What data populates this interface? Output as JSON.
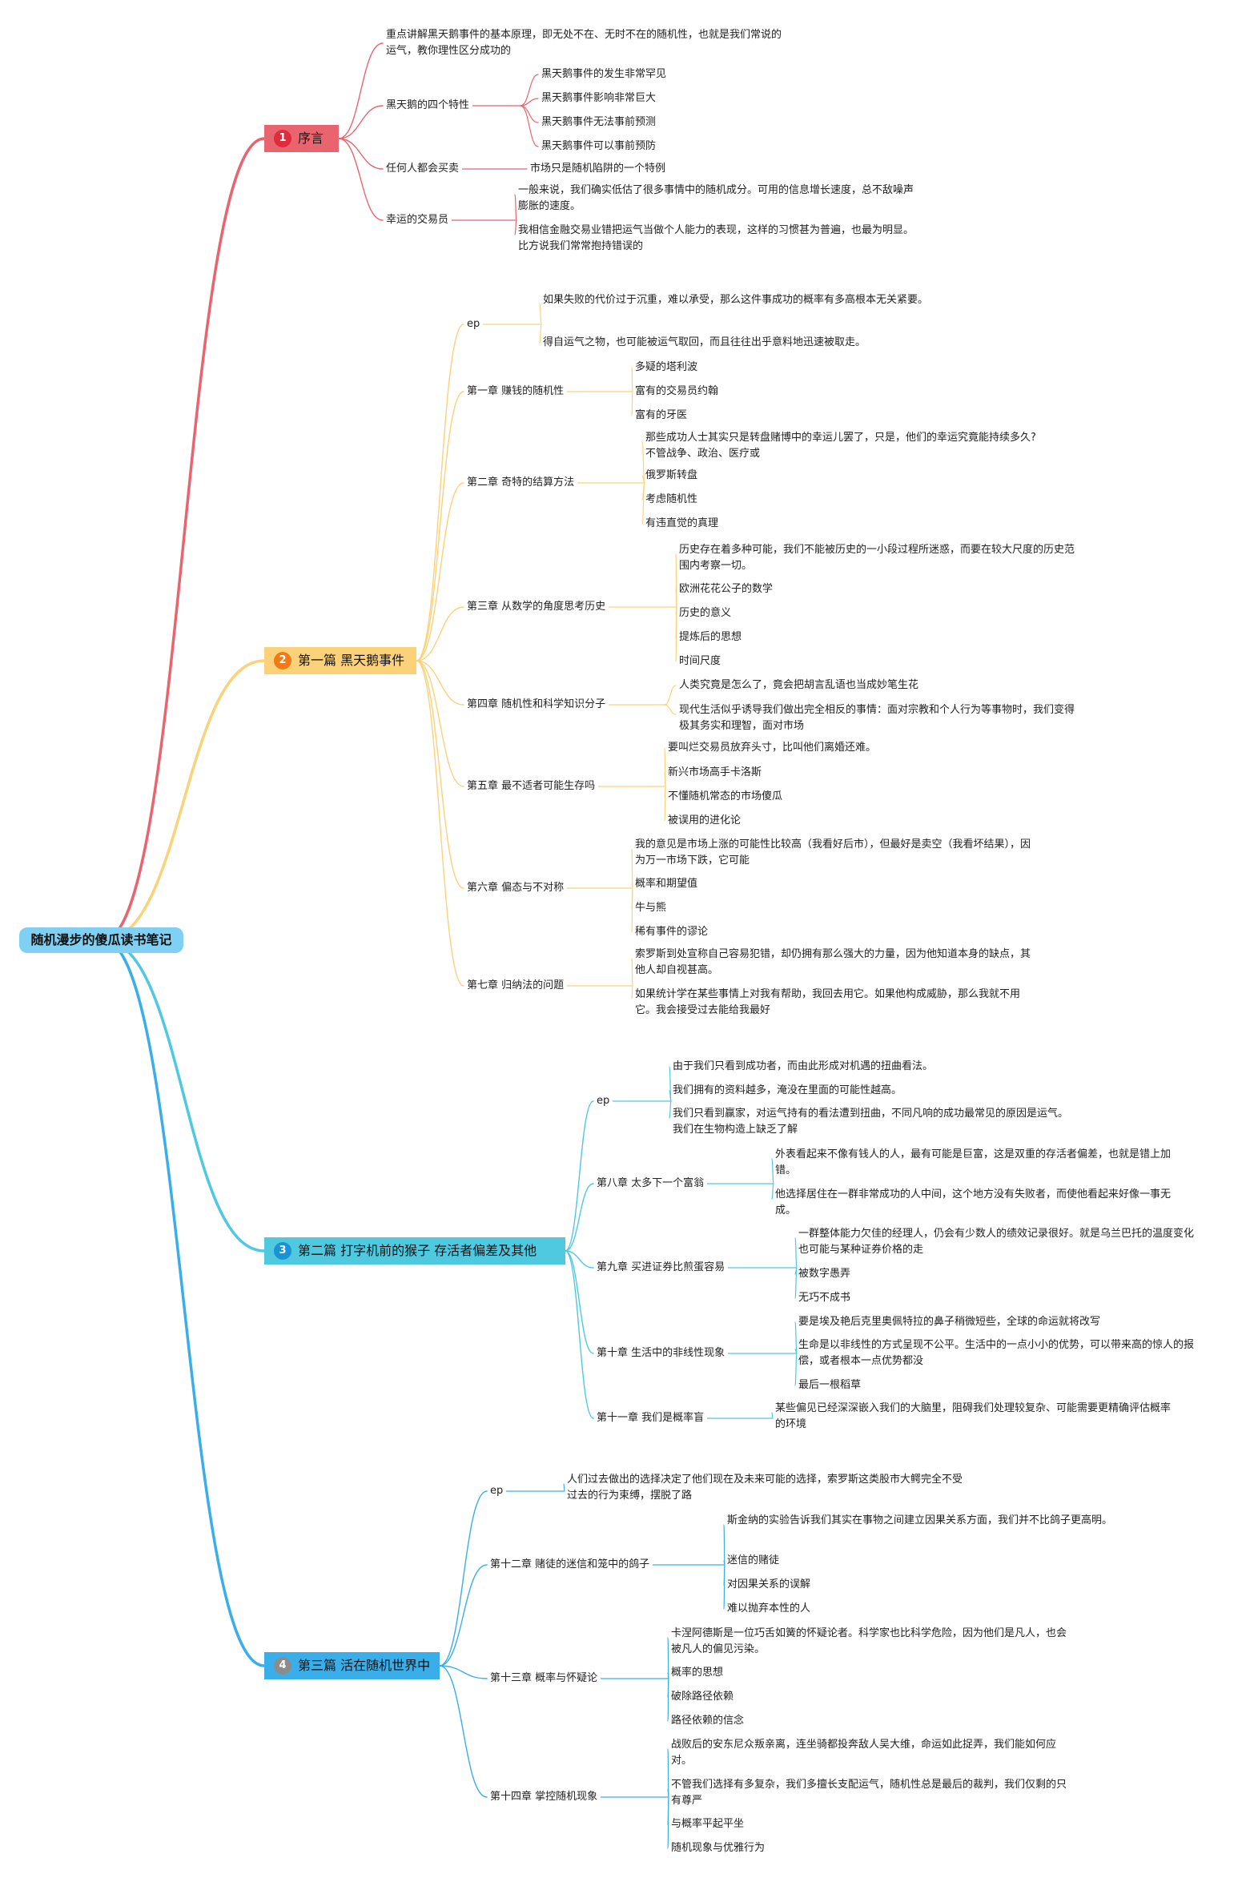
{
  "title": "随机漫步的傻瓜读书笔记",
  "colors": {
    "root": "#7fd0f2",
    "s1": "#e8656f",
    "s2": "#fbd27a",
    "s3": "#4ec9df",
    "s4": "#3aaee8",
    "badge1": "#e02b3c",
    "badge2": "#f07a16",
    "badge3": "#1a93d6",
    "badge4": "#8c8c8c"
  },
  "sections": [
    {
      "num": "1",
      "label": "序言",
      "items": [
        {
          "label": "重点讲解黑天鹅事件的基本原理，即无处不在、无时不在的随机性，也就是我们常说的运气，教你理性区分成功的",
          "children": []
        },
        {
          "label": "黑天鹅的四个特性",
          "children": [
            "黑天鹅事件的发生非常罕见",
            "黑天鹅事件影响非常巨大",
            "黑天鹅事件无法事前预测",
            "黑天鹅事件可以事前预防"
          ]
        },
        {
          "label": "任何人都会买卖",
          "children": [
            "市场只是随机陷阱的一个特例"
          ]
        },
        {
          "label": "幸运的交易员",
          "children": [
            "一般来说，我们确实低估了很多事情中的随机成分。可用的信息增长速度，总不敌噪声膨胀的速度。",
            "我相信金融交易业错把运气当做个人能力的表现，这样的习惯甚为普遍，也最为明显。比方说我们常常抱持错误的"
          ]
        }
      ]
    },
    {
      "num": "2",
      "label": "第一篇 黑天鹅事件",
      "items": [
        {
          "label": "ep",
          "children": [
            "如果失败的代价过于沉重，难以承受，那么这件事成功的概率有多高根本无关紧要。",
            "得自运气之物，也可能被运气取回，而且往往出乎意料地迅速被取走。"
          ]
        },
        {
          "label": "第一章 赚钱的随机性",
          "children": [
            "多疑的塔利波",
            "富有的交易员约翰",
            "富有的牙医"
          ]
        },
        {
          "label": "第二章 奇特的结算方法",
          "children": [
            "那些成功人士其实只是转盘赌博中的幸运儿罢了，只是，他们的幸运究竟能持续多久? 不管战争、政治、医疗或",
            "俄罗斯转盘",
            "考虑随机性",
            "有违直觉的真理"
          ]
        },
        {
          "label": "第三章 从数学的角度思考历史",
          "children": [
            "历史存在着多种可能，我们不能被历史的一小段过程所迷惑，而要在较大尺度的历史范围内考察一切。",
            "欧洲花花公子的数学",
            "历史的意义",
            "提炼后的思想",
            "时间尺度"
          ]
        },
        {
          "label": "第四章 随机性和科学知识分子",
          "children": [
            "人类究竟是怎么了，竟会把胡言乱语也当成妙笔生花",
            "现代生活似乎诱导我们做出完全相反的事情：面对宗教和个人行为等事物时，我们变得极其务实和理智，面对市场"
          ]
        },
        {
          "label": "第五章 最不适者可能生存吗",
          "children": [
            "要叫烂交易员放弃头寸，比叫他们离婚还难。",
            "新兴市场高手卡洛斯",
            "不懂随机常态的市场傻瓜",
            "被误用的进化论"
          ]
        },
        {
          "label": "第六章 偏态与不对称",
          "children": [
            "我的意见是市场上涨的可能性比较高（我看好后市），但最好是卖空（我看坏结果），因为万一市场下跌，它可能",
            "概率和期望值",
            "牛与熊",
            "稀有事件的谬论"
          ]
        },
        {
          "label": "第七章 归纳法的问题",
          "children": [
            "索罗斯到处宣称自己容易犯错，却仍拥有那么强大的力量，因为他知道本身的缺点，其他人却自视甚高。",
            "如果统计学在某些事情上对我有帮助，我回去用它。如果他构成威胁，那么我就不用它。我会接受过去能给我最好"
          ]
        }
      ]
    },
    {
      "num": "3",
      "label": "第二篇 打字机前的猴子 存活者偏差及其他",
      "items": [
        {
          "label": "ep",
          "children": [
            "由于我们只看到成功者，而由此形成对机遇的扭曲看法。",
            "我们拥有的资料越多，淹没在里面的可能性越高。",
            "我们只看到赢家，对运气持有的看法遭到扭曲，不同凡响的成功最常见的原因是运气。我们在生物构造上缺乏了解"
          ]
        },
        {
          "label": "第八章 太多下一个富翁",
          "children": [
            "外表看起来不像有钱人的人，最有可能是巨富，这是双重的存活者偏差，也就是错上加错。",
            "他选择居住在一群非常成功的人中间，这个地方没有失败者，而使他看起来好像一事无成。"
          ]
        },
        {
          "label": "第九章 买进证券比煎蛋容易",
          "children": [
            "一群整体能力欠佳的经理人，仍会有少数人的绩效记录很好。就是乌兰巴托的温度变化也可能与某种证券价格的走",
            "被数字愚弄",
            "无巧不成书"
          ]
        },
        {
          "label": "第十章 生活中的非线性现象",
          "children": [
            "要是埃及艳后克里奥佩特拉的鼻子稍微短些，全球的命运就将改写",
            "生命是以非线性的方式呈现不公平。生活中的一点小小的优势，可以带来高的惊人的报偿，或者根本一点优势都没",
            "最后一根稻草"
          ]
        },
        {
          "label": "第十一章 我们是概率盲",
          "children": [
            "某些偏见已经深深嵌入我们的大脑里，阻碍我们处理较复杂、可能需要更精确评估概率的环境"
          ]
        }
      ]
    },
    {
      "num": "4",
      "label": "第三篇 活在随机世界中",
      "items": [
        {
          "label": "ep",
          "children": [
            "人们过去做出的选择决定了他们现在及未来可能的选择，索罗斯这类股市大鳄完全不受过去的行为束缚，摆脱了路"
          ]
        },
        {
          "label": "第十二章 赌徒的迷信和笼中的鸽子",
          "children": [
            "斯金纳的实验告诉我们其实在事物之间建立因果关系方面，我们并不比鸽子更高明。",
            "迷信的赌徒",
            "对因果关系的误解",
            "难以抛弃本性的人"
          ]
        },
        {
          "label": "第十三章 概率与怀疑论",
          "children": [
            "卡涅阿德斯是一位巧舌如簧的怀疑论者。科学家也比科学危险，因为他们是凡人，也会被凡人的偏见污染。",
            "概率的思想",
            "破除路径依赖",
            "路径依赖的信念"
          ]
        },
        {
          "label": "第十四章 掌控随机现象",
          "children": [
            "战败后的安东尼众叛亲离，连坐骑都投奔敌人吴大维，命运如此捉弄，我们能如何应对。",
            "不管我们选择有多复杂，我们多擅长支配运气，随机性总是最后的裁判，我们仅剩的只有尊严",
            "与概率平起平坐",
            "随机现象与优雅行为"
          ]
        }
      ]
    }
  ]
}
